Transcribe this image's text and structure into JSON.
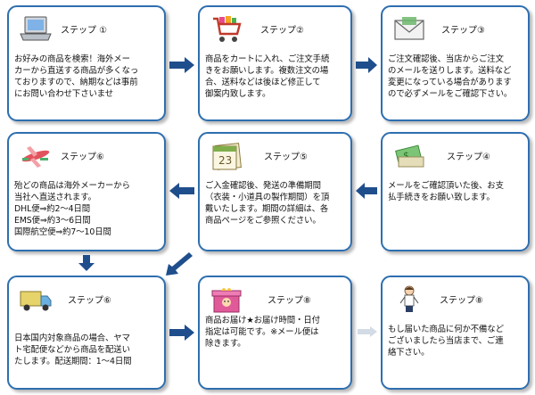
{
  "colors": {
    "border": "#2e6fb0",
    "arrow": "#1f4e8c"
  },
  "steps": [
    {
      "title": "ステップ ①",
      "icon": "laptop-icon",
      "text": "お好みの商品を検索！海外メー\nカーから直送する商品が多くなっ\nておりますので、納期などは事前\nにお問い合わせ下さいませ"
    },
    {
      "title": "ステップ②",
      "icon": "shopping-cart-icon",
      "text": "商品をカートに入れ、ご注文手続\nきをお願いします。複数注文の場\n合、送料などは後ほど修正して\n御案内致します。"
    },
    {
      "title": "ステップ③",
      "icon": "envelope-icon",
      "text": "ご注文確認後、当店からご注文\nのメールを送りします。送料など\n変更になっている場合があります\nので必ずメールをご確認下さい。"
    },
    {
      "title": "ステップ④",
      "icon": "money-icon",
      "text": "メールをご確認頂いた後、お支\n払手続きをお願い致します。"
    },
    {
      "title": "ステップ⑤",
      "icon": "calendar-icon",
      "text": "ご入金確認後、発送の準備期間\n（衣装・小道具の製作期間）を頂\n戴いたします。期間の詳細は、各\n商品ページをご参照ください。"
    },
    {
      "title": "ステップ⑥",
      "icon": "airplane-icon",
      "text": "殆どの商品は海外メーカーから\n当社へ直送されます。\nDHL便⇒約2～4日間\nEMS便⇒約3～6日間\n国際航空便⇒約7～10日間"
    },
    {
      "title": "ステップ⑥",
      "icon": "truck-icon",
      "text": "日本国内対象商品の場合、ヤマ\nト宅配便などから商品を配送い\nたします。配送期間：1～4日間"
    },
    {
      "title": "ステップ⑧",
      "icon": "gift-box-icon",
      "text": "商品お届け★お届け時間・日付\n指定は可能です。※メール便は\n除きます。"
    },
    {
      "title": "ステップ⑧",
      "icon": "person-icon",
      "text": "もし届いた商品に何か不備など\nございましたら当店まで、ご連\n絡下さい。"
    }
  ]
}
